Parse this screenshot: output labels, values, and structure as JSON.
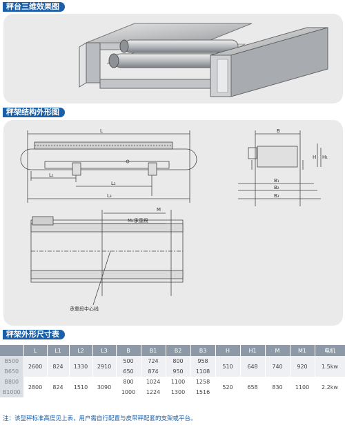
{
  "sections": {
    "effect_title": "秤台三维效果图",
    "structure_title": "秤架结构外形图",
    "dimension_title": "秤架外形尺寸表"
  },
  "drawing_labels": {
    "L": "L",
    "L1": "L₁",
    "L2": "L₂",
    "L3": "L₃",
    "B": "B",
    "B1": "B₁",
    "B2": "B₂",
    "B3": "B₃",
    "H": "H",
    "H1": "H₁",
    "M": "M",
    "M1": "M₁承重段",
    "center_line": "承重段中心线"
  },
  "table": {
    "headers": [
      "",
      "L",
      "L1",
      "L2",
      "L3",
      "B",
      "B1",
      "B2",
      "B3",
      "H",
      "H1",
      "M",
      "M1",
      "电机"
    ],
    "rows": [
      {
        "model": "B500",
        "L": "2600",
        "L1": "824",
        "L2": "1330",
        "L3": "2910",
        "B": "500",
        "B1": "724",
        "B2": "800",
        "B3": "958",
        "H": "510",
        "H1": "648",
        "M": "740",
        "M1": "920",
        "motor": "1.5kw"
      },
      {
        "model": "B650",
        "B": "650",
        "B1": "874",
        "B2": "950",
        "B3": "1108"
      },
      {
        "model": "B800",
        "B": "800",
        "B1": "1024",
        "B2": "1100",
        "B3": "1258"
      },
      {
        "model": "B1000",
        "L": "2800",
        "L1": "824",
        "L2": "1510",
        "L3": "3090",
        "B": "1000",
        "B1": "1224",
        "B2": "1300",
        "B3": "1516",
        "H": "520",
        "H1": "658",
        "M": "830",
        "M1": "1100",
        "motor": "2.2kw"
      }
    ]
  },
  "note": "注：该型秤标准高度见上表，用户需自行配置与皮带秤配套的支架或平台。"
}
